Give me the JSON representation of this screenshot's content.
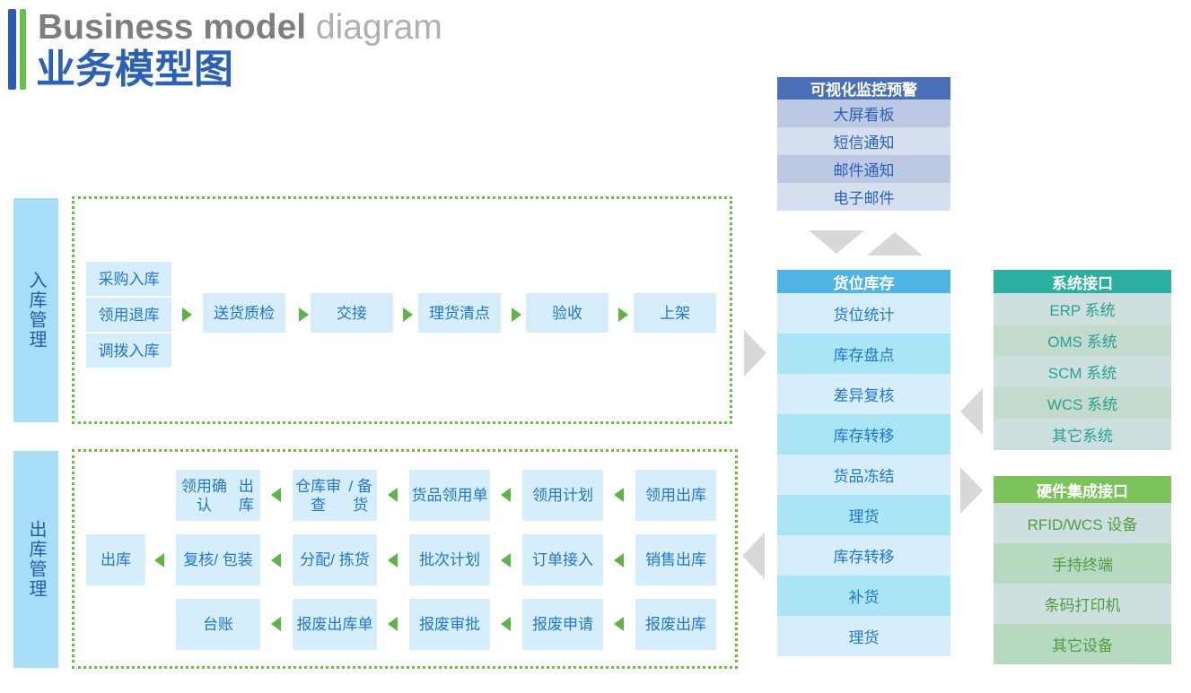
{
  "title": {
    "en_bold": "Business model",
    "en_light": " diagram",
    "cn": "业务模型图",
    "accent_blue": "#2B5CB8",
    "accent_green": "#6BBE45"
  },
  "sections": {
    "inbound_label": "入库管理",
    "outbound_label": "出库管理"
  },
  "inbound": {
    "sources": [
      "采购入库",
      "领用退库",
      "调拨入库"
    ],
    "steps": [
      "送货质检",
      "交接",
      "理货清点",
      "验收",
      "上架"
    ]
  },
  "outbound": {
    "terminal": "出库",
    "rows": [
      {
        "cells": [
          "领用确认\n出库",
          "仓库审查\n/ 备货",
          "货品领\n用单",
          "领用\n计划",
          "领用\n出库"
        ]
      },
      {
        "cells": [
          "复核\n/ 包装",
          "分配\n/ 拣货",
          "批次\n计划",
          "订单\n接入",
          "销售\n出库"
        ]
      },
      {
        "cells": [
          "台账",
          "报废\n出库单",
          "报废\n审批",
          "报废\n申请",
          "报废\n出库"
        ]
      }
    ]
  },
  "monitoring_panel": {
    "header": "可视化监控预警",
    "rows": [
      "大屏看板",
      "短信通知",
      "邮件通知",
      "电子邮件"
    ],
    "header_color": "#4A6FB5"
  },
  "inventory_panel": {
    "header": "货位库存",
    "rows": [
      "货位统计",
      "库存盘点",
      "差异复核",
      "库存转移",
      "货品冻结",
      "理货",
      "库存转移",
      "补货",
      "理货"
    ],
    "header_color": "#4FB3E3"
  },
  "system_panel": {
    "header": "系统接口",
    "rows": [
      "ERP 系统",
      "OMS 系统",
      "SCM 系统",
      "WCS 系统",
      "其它系统"
    ],
    "header_color": "#2AAFA0"
  },
  "hardware_panel": {
    "header": "硬件集成接口",
    "rows": [
      "RFID/WCS 设备",
      "手持终端",
      "条码打印机",
      "其它设备"
    ],
    "header_color": "#7CC35B"
  },
  "icons": {
    "flow_arrow_right": "arrow-right-icon",
    "flow_arrow_left": "arrow-left-icon",
    "connector_right": "connector-arrow-right-icon",
    "connector_left": "connector-arrow-left-icon",
    "chevron_down": "chevron-down-icon",
    "chevron_up": "chevron-up-icon"
  }
}
